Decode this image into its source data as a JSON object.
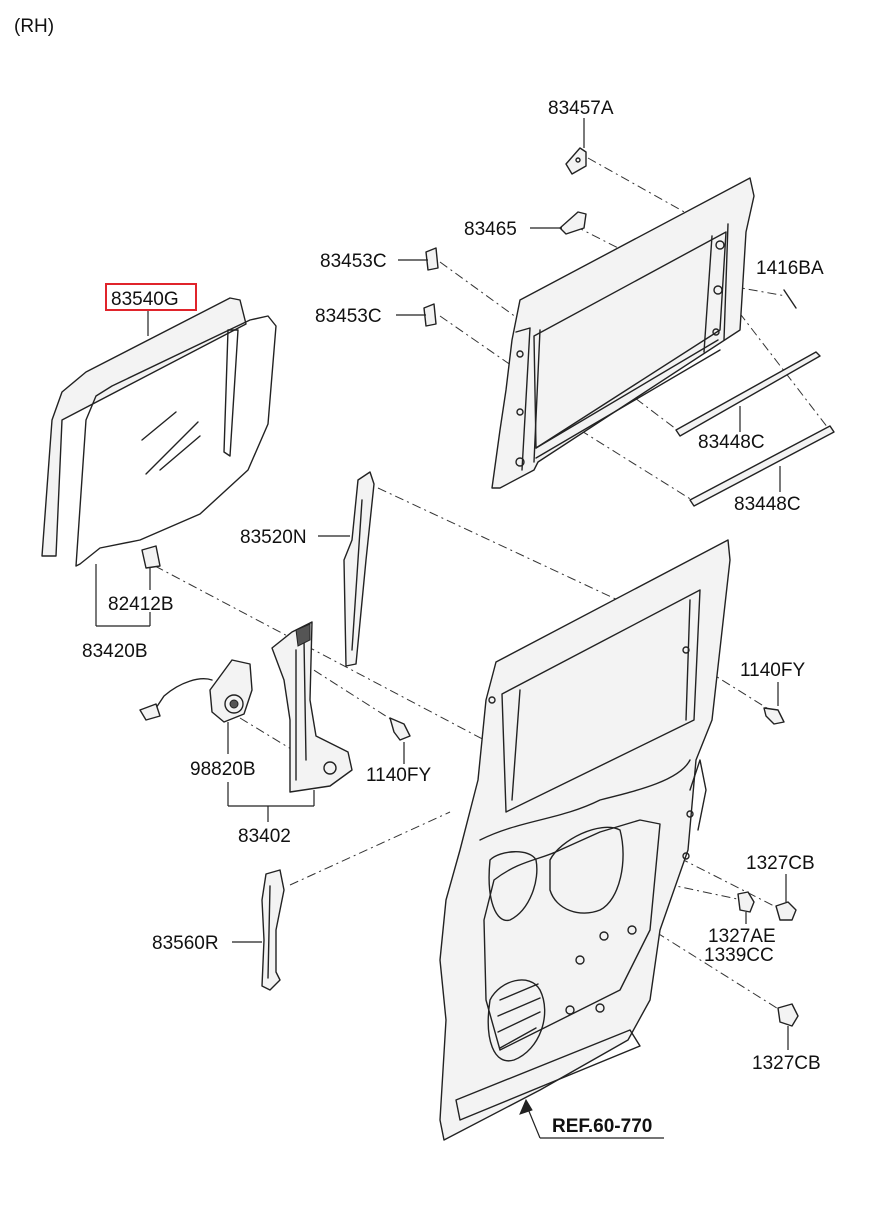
{
  "side_label": "(RH)",
  "highlighted_part": "83540G",
  "labels": {
    "p83457A": "83457A",
    "p83465": "83465",
    "p83453C_1": "83453C",
    "p83453C_2": "83453C",
    "p1416BA": "1416BA",
    "p83540G": "83540G",
    "p83448C_1": "83448C",
    "p83448C_2": "83448C",
    "p83520N": "83520N",
    "p82412B": "82412B",
    "p83420B": "83420B",
    "p1140FY_1": "1140FY",
    "p1140FY_2": "1140FY",
    "p98820B": "98820B",
    "p83402": "83402",
    "p1327CB_1": "1327CB",
    "p1327AE": "1327AE",
    "p1339CC": "1339CC",
    "p83560R": "83560R",
    "p1327CB_2": "1327CB"
  },
  "reference": "REF.60-770",
  "colors": {
    "highlight": "#e0242b",
    "line": "#222222"
  }
}
